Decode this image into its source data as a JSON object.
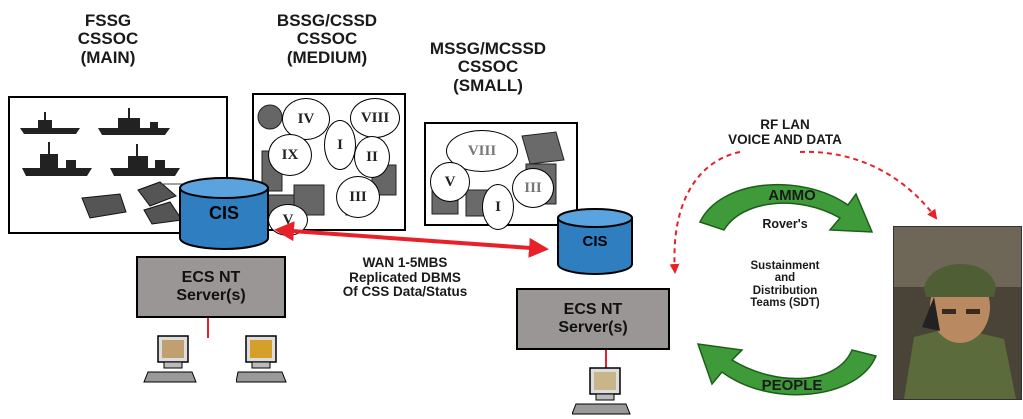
{
  "nodes": {
    "fssg": {
      "l1": "FSSG",
      "l2": "CSSOC",
      "l3": "(MAIN)"
    },
    "bssg": {
      "l1": "BSSG/CSSD",
      "l2": "CSSOC",
      "l3": "(MEDIUM)"
    },
    "mssg": {
      "l1": "MSSG/MCSSD",
      "l2": "CSSOC",
      "l3": "(SMALL)"
    }
  },
  "classes_medium": [
    "IV",
    "VIII",
    "I",
    "IX",
    "II",
    "III",
    "V"
  ],
  "classes_small": [
    "VIII",
    "V",
    "III",
    "I"
  ],
  "cis_left": "CIS",
  "cis_right": "CIS",
  "server_left": {
    "l1": "ECS NT",
    "l2": "Server(s)"
  },
  "server_right": {
    "l1": "ECS NT",
    "l2": "Server(s)"
  },
  "wan": {
    "l1": "WAN 1-5MBS",
    "l2": "Replicated DBMS",
    "l3": "Of CSS Data/Status"
  },
  "rflan": {
    "l1": "RF LAN",
    "l2": "VOICE AND DATA"
  },
  "cycle": {
    "ammo": "AMMO",
    "people": "PEOPLE",
    "rovers": "Rover's",
    "l1": "Sustainment",
    "l2": "and",
    "l3": "Distribution",
    "l4": "Teams (SDT)"
  },
  "colors": {
    "arrow_red": "#e8202a",
    "cycle_green": "#3f9b3a",
    "cis_blue": "#2f7fc0",
    "server_grey": "#9a9696"
  }
}
